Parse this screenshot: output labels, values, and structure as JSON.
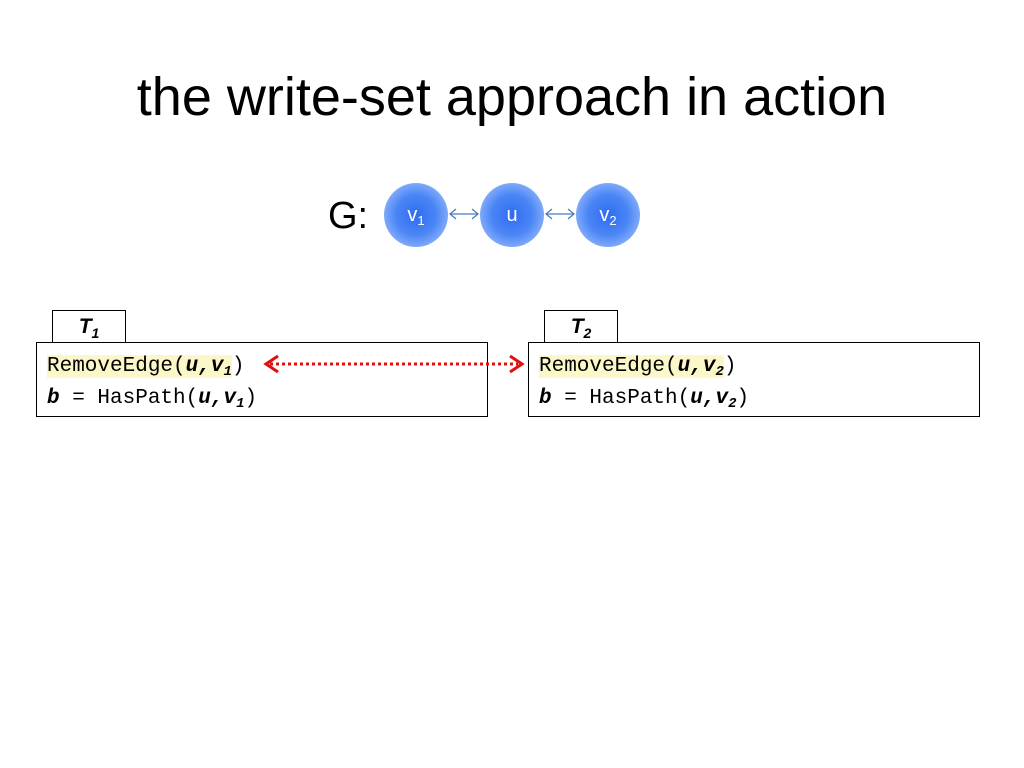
{
  "title": "the write-set approach in action",
  "graph": {
    "label": "G:",
    "nodes": [
      {
        "id": "v1",
        "name": "v",
        "subscript": "1"
      },
      {
        "id": "u",
        "name": "u",
        "subscript": ""
      },
      {
        "id": "v2",
        "name": "v",
        "subscript": "2"
      }
    ],
    "edges": [
      {
        "from": "v1",
        "to": "u",
        "direction": "bidirectional"
      },
      {
        "from": "u",
        "to": "v2",
        "direction": "bidirectional"
      }
    ],
    "node_color": "#4b86f6",
    "edge_color": "#4a7ab8"
  },
  "transactions": [
    {
      "name": "T",
      "subscript": "1",
      "lines": [
        {
          "func": "RemoveEdge(",
          "arg1": "u",
          "sep": ",",
          "arg2": "v",
          "arg2_sub": "1",
          "close": ")",
          "highlighted": true
        },
        {
          "var": "b",
          "op": " = ",
          "func": "HasPath(",
          "arg1": "u",
          "sep": ",",
          "arg2": "v",
          "arg2_sub": "1",
          "close": ")"
        }
      ]
    },
    {
      "name": "T",
      "subscript": "2",
      "lines": [
        {
          "func": "RemoveEdge(",
          "arg1": "u",
          "sep": ",",
          "arg2": "v",
          "arg2_sub": "2",
          "close": ")",
          "highlighted": true
        },
        {
          "var": "b",
          "op": " = ",
          "func": "HasPath(",
          "arg1": "u",
          "sep": ",",
          "arg2": "v",
          "arg2_sub": "2",
          "close": ")"
        }
      ]
    }
  ],
  "conflict": {
    "from": "T1.RemoveEdge",
    "to": "T2.RemoveEdge",
    "style": "dotted",
    "color": "#e01010"
  },
  "highlight_color": "#fbf7c8"
}
